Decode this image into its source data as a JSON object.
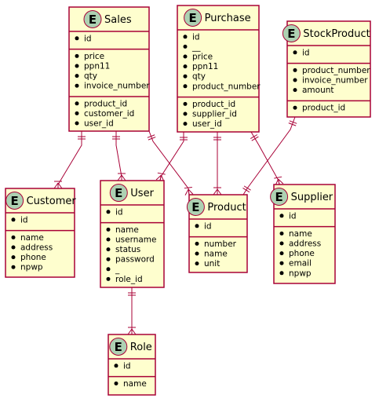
{
  "badge_letter": "E",
  "colors": {
    "entity_fill": "#FEFECE",
    "border": "#A80036",
    "badge_fill": "#ADD1B2",
    "background": "#FFFFFF"
  },
  "entities": [
    {
      "id": "sales",
      "title": "Sales",
      "sections": [
        [
          "id"
        ],
        [
          "price",
          "ppn11",
          "qty",
          "invoice_number"
        ],
        [
          "product_id",
          "customer_id",
          "user_id"
        ]
      ]
    },
    {
      "id": "purchase",
      "title": "Purchase",
      "sections": [
        [
          "id",
          "__",
          "price",
          "ppn11",
          "qty",
          "product_number"
        ],
        [
          "product_id",
          "supplier_id",
          "user_id"
        ]
      ]
    },
    {
      "id": "stockproduct",
      "title": "StockProduct",
      "sections": [
        [
          "id"
        ],
        [
          "product_number",
          "invoice_number",
          "amount"
        ],
        [
          "product_id"
        ]
      ]
    },
    {
      "id": "customer",
      "title": "Customer",
      "sections": [
        [
          "id"
        ],
        [
          "name",
          "address",
          "phone",
          "npwp"
        ]
      ]
    },
    {
      "id": "user",
      "title": "User",
      "sections": [
        [
          "id"
        ],
        [
          "name",
          "username",
          "status",
          "password",
          "_",
          "role_id"
        ]
      ]
    },
    {
      "id": "product",
      "title": "Product",
      "sections": [
        [
          "id"
        ],
        [
          "number",
          "name",
          "unit"
        ]
      ]
    },
    {
      "id": "supplier",
      "title": "Supplier",
      "sections": [
        [
          "id"
        ],
        [
          "name",
          "address",
          "phone",
          "email",
          "npwp"
        ]
      ]
    },
    {
      "id": "role",
      "title": "Role",
      "sections": [
        [
          "id"
        ],
        [
          "name"
        ]
      ]
    }
  ],
  "relationships": [
    {
      "from": "sales",
      "to": "customer",
      "from_card": "one",
      "to_card": "many"
    },
    {
      "from": "sales",
      "to": "user",
      "from_card": "one",
      "to_card": "many"
    },
    {
      "from": "sales",
      "to": "product",
      "from_card": "one",
      "to_card": "many"
    },
    {
      "from": "purchase",
      "to": "user",
      "from_card": "one",
      "to_card": "many"
    },
    {
      "from": "purchase",
      "to": "product",
      "from_card": "one",
      "to_card": "many"
    },
    {
      "from": "purchase",
      "to": "supplier",
      "from_card": "one",
      "to_card": "many"
    },
    {
      "from": "stockproduct",
      "to": "product",
      "from_card": "one",
      "to_card": "one"
    },
    {
      "from": "user",
      "to": "role",
      "from_card": "one",
      "to_card": "many"
    }
  ]
}
